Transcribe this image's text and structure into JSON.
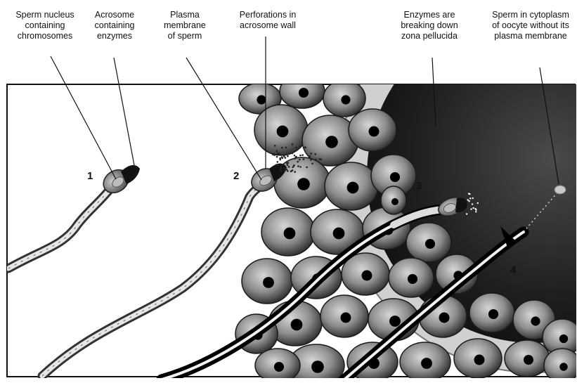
{
  "labels": {
    "sperm_nucleus": "Sperm nucleus\ncontaining\nchromosomes",
    "acrosome": "Acrosome\ncontaining\nenzymes",
    "plasma_membrane": "Plasma\nmembrane\nof sperm",
    "perforations": "Perforations in\nacrosome wall",
    "enzymes_zona": "Enzymes are\nbreaking down\nzona pellucida",
    "sperm_cytoplasm": "Sperm in cytoplasm\nof oocyte without its\nplasma membrane"
  },
  "stages": [
    "1",
    "2",
    "3",
    "4"
  ]
}
